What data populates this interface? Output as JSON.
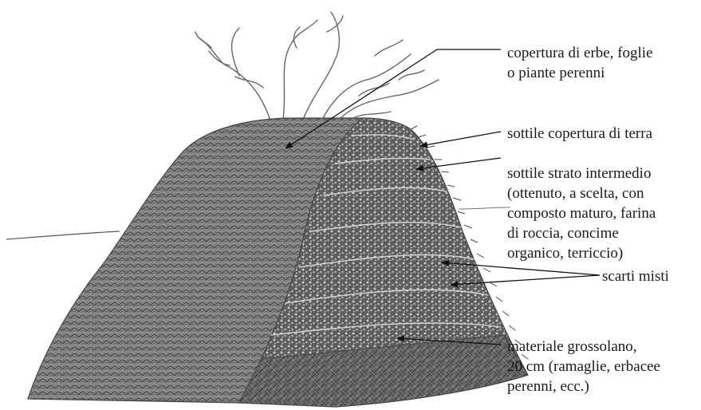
{
  "colors": {
    "pile_fill": "#7a7a7a",
    "pile_dark": "#4a4a4a",
    "pile_light": "#a8a8a8",
    "hatch": "#3c3c3c",
    "stroke": "#333333",
    "text": "#1a1a1a",
    "background": "#ffffff"
  },
  "labels": {
    "cover_herbs": [
      "copertura di erbe, foglie",
      "o piante perenni"
    ],
    "soil_cover": [
      "sottile copertura di terra"
    ],
    "intermediate_layer": [
      "sottile strato intermedio",
      "(ottenuto, a scelta, con",
      "composto maturo, farina",
      "di roccia, concime",
      "organico, terriccio)"
    ],
    "mixed_waste": [
      "scarti misti"
    ],
    "coarse_material": [
      "materiale grossolano,",
      "20 cm (ramaglie, erbacee",
      "perenni, ecc.)"
    ]
  }
}
